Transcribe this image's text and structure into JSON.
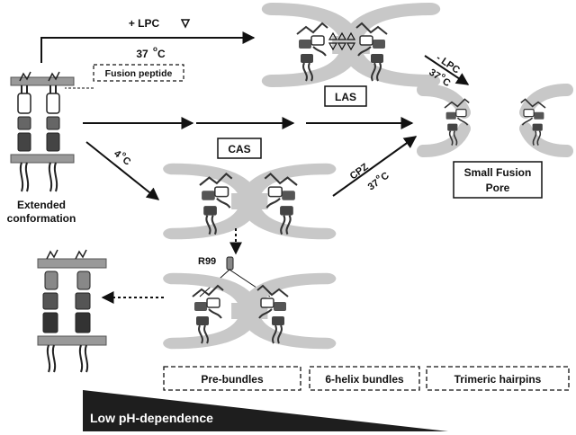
{
  "labels": {
    "lpc_add": "+ LPC",
    "temp_37_top": "37",
    "temp_unit": "C",
    "deg": "o",
    "fusion_peptide": "Fusion peptide",
    "las": "LAS",
    "lpc_remove": "- LPC",
    "temp_37_right": "37",
    "cas": "CAS",
    "temp_4": "4",
    "cpz": "CPZ",
    "temp_37_cpz": "37",
    "small_fusion_pore_1": "Small Fusion",
    "small_fusion_pore_2": "Pore",
    "extended_1": "Extended",
    "extended_2": "conformation",
    "r99": "R99",
    "pre_bundles": "Pre-bundles",
    "six_helix": "6-helix bundles",
    "trimeric_hairpins": "Trimeric hairpins",
    "low_ph": "Low pH-dependence"
  },
  "colors": {
    "membrane": "#c8c8c8",
    "protein_dark": "#333333",
    "protein_mid": "#777777",
    "ramp": "#1e1e1e",
    "arrow": "#111111"
  }
}
